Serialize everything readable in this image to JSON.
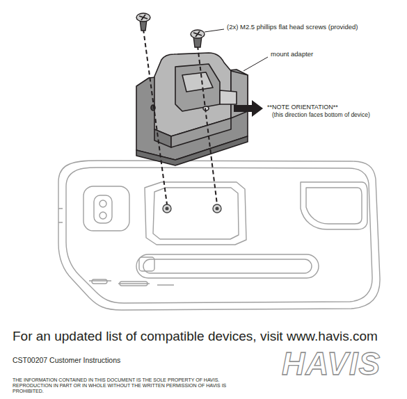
{
  "diagram": {
    "labels": [
      "(2x) M2.5 phillips flat head screws (provided)",
      "mount adapter",
      "**NOTE ORIENTATION**",
      "(this direction faces bottom of device)",
      "For an updated list of compatible devices, visit www.havis.com",
      "CST00207 Customer Instructions",
      "THE INFORMATION CONTAINED IN THIS DOCUMENT IS THE SOLE PROPERTY OF HAVIS. REPRODUCTION IN PART OR IN WHOLE WITHOUT THE WRITTEN PERMISSION OF HAVIS IS PROHIBITED.",
      "HAVIS"
    ]
  }
}
